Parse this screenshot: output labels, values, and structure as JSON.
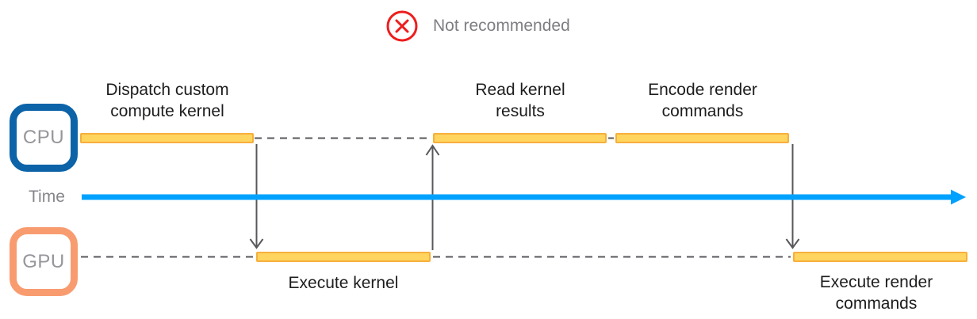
{
  "header": {
    "status_icon": "circle-x-icon",
    "status_label": "Not recommended"
  },
  "timeline": {
    "time_label": "Time"
  },
  "cpu": {
    "box_label": "CPU",
    "bars": [
      {
        "label": "Dispatch custom compute kernel",
        "lines": [
          "Dispatch custom",
          "compute kernel"
        ]
      },
      {
        "label": "Read kernel results",
        "lines": [
          "Read kernel",
          "results"
        ]
      },
      {
        "label": "Encode render commands",
        "lines": [
          "Encode render",
          "commands"
        ]
      }
    ]
  },
  "gpu": {
    "box_label": "GPU",
    "bars": [
      {
        "label": "Execute kernel",
        "lines": [
          "Execute kernel"
        ]
      },
      {
        "label": "Execute render commands",
        "lines": [
          "Execute render",
          "commands"
        ]
      }
    ]
  },
  "colors": {
    "cpu_border": "#0d63a8",
    "gpu_border": "#f89c70",
    "bar_fill": "#ffd55f",
    "bar_border": "#f7af3d",
    "time_arrow": "#00a1ff",
    "connector_gray": "#58585c",
    "muted_text": "#86868b",
    "label_text": "#1d1d1f",
    "error_red": "#ee1d1d"
  }
}
